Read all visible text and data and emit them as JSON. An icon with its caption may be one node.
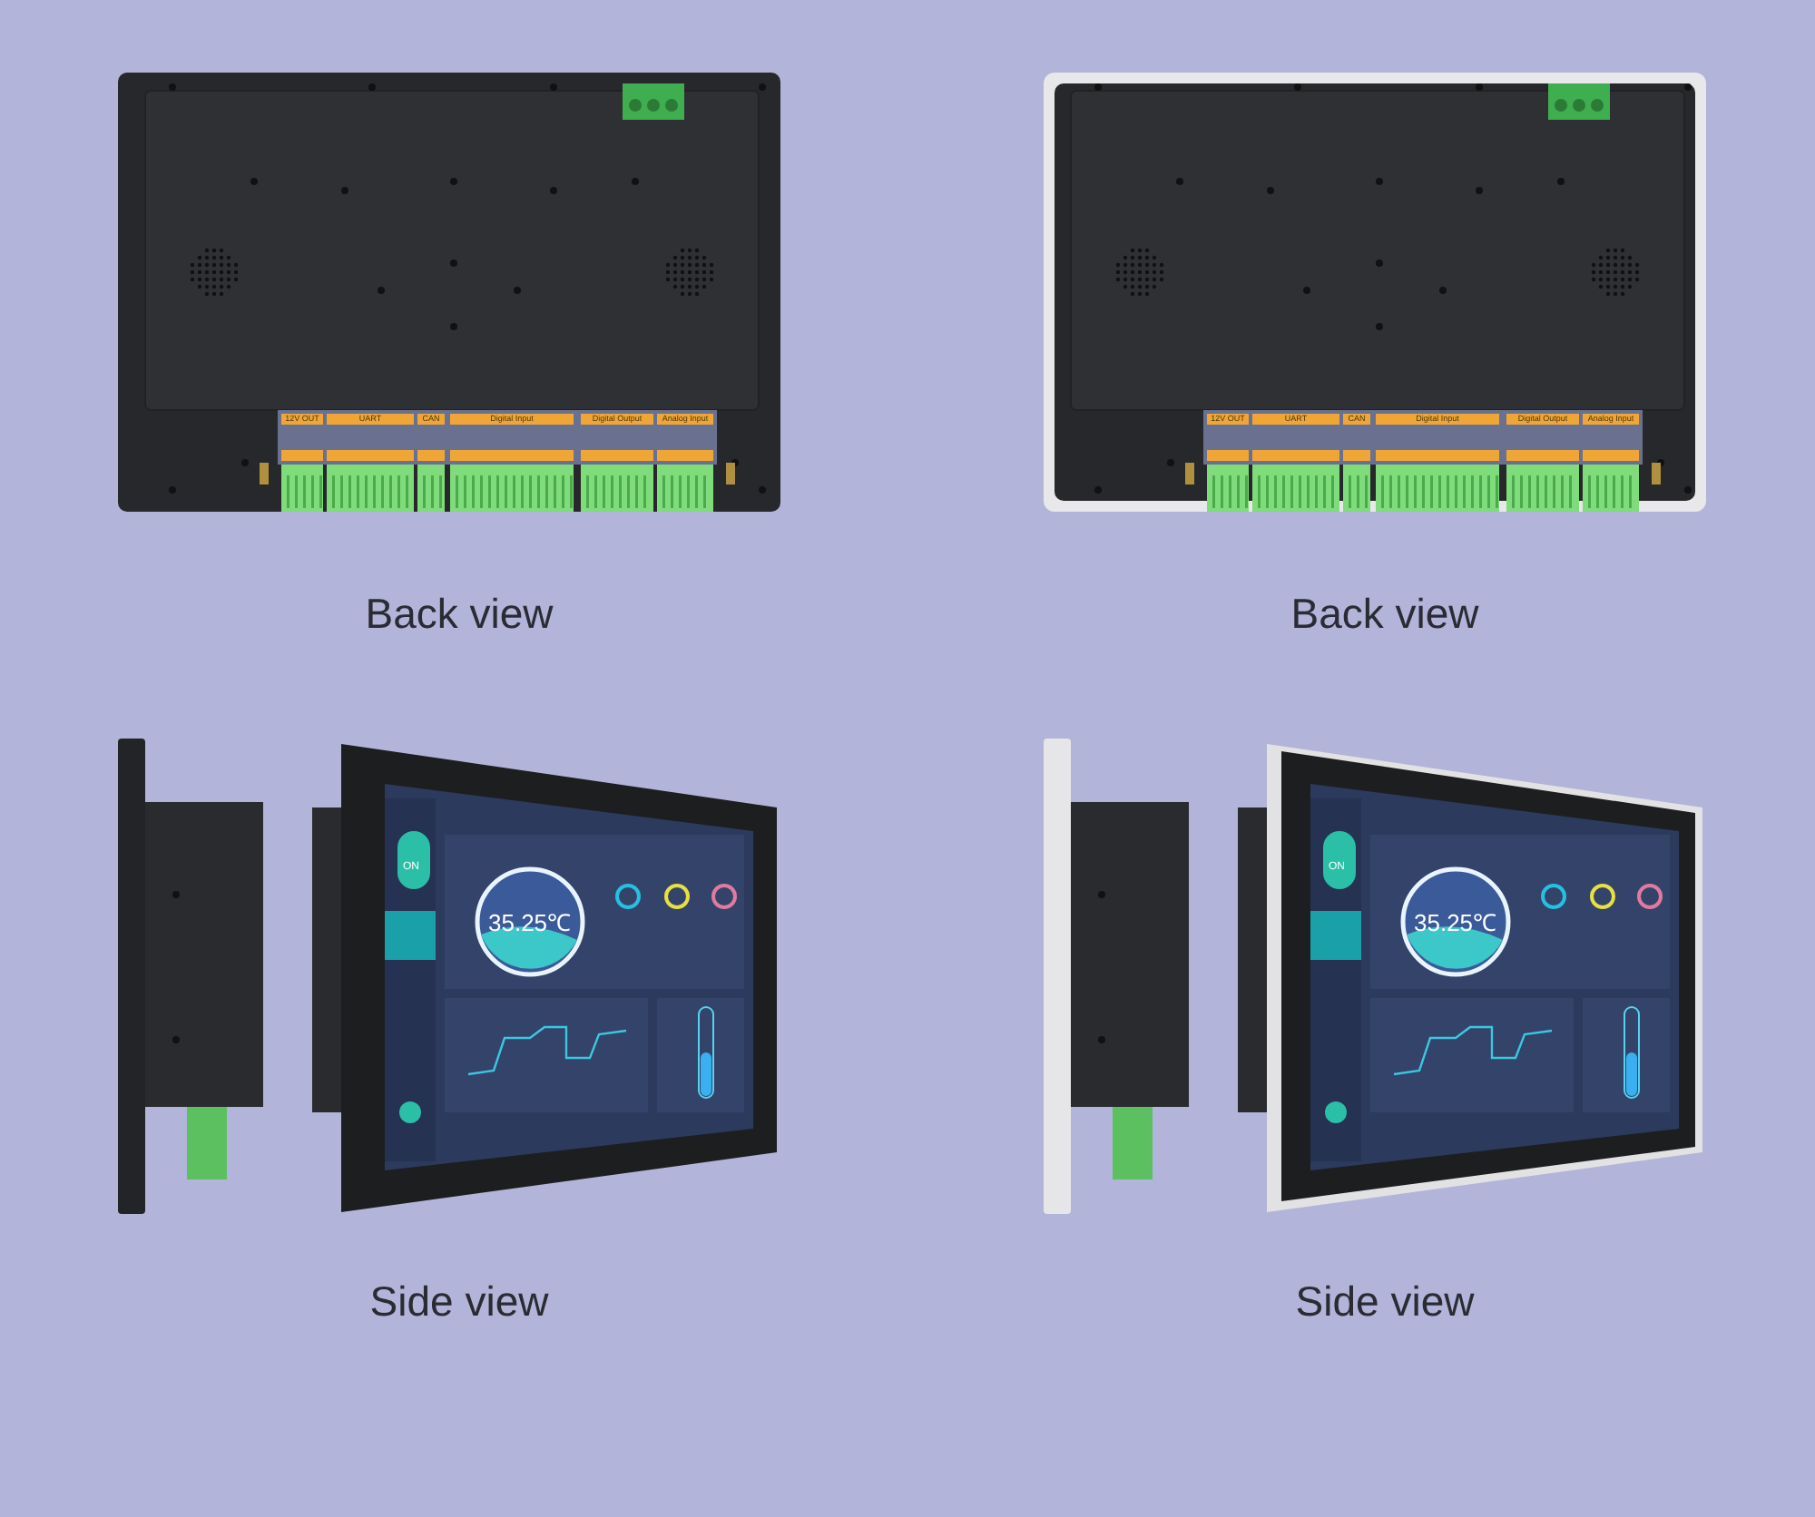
{
  "diagram": {
    "labels": [
      "12V OUT",
      "UART",
      "CAN",
      "Digital Input",
      "Digital Output",
      "Analog Input",
      "12V OUT",
      "UART",
      "CAN",
      "Digital Input",
      "Digital Output",
      "Analog Input",
      "Back view",
      "Back view",
      "ON",
      "35.25℃",
      "ON",
      "35.25℃",
      "Side view",
      "Side view"
    ]
  }
}
